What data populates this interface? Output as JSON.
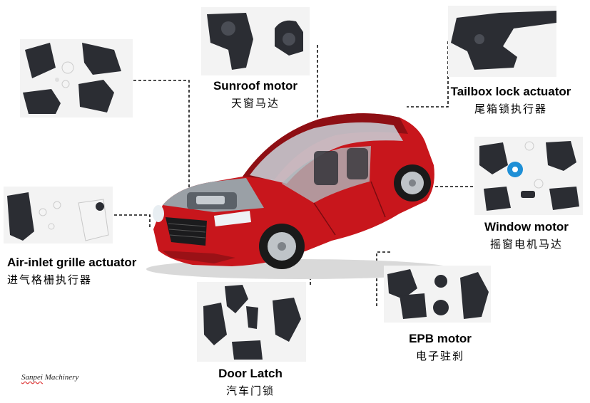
{
  "labels": {
    "sunroof": {
      "en": "Sunroof motor",
      "zh": "天窗马达"
    },
    "tailbox": {
      "en": "Tailbox lock actuator",
      "zh": "尾箱锁执行器"
    },
    "window": {
      "en": "Window motor",
      "zh": "摇窗电机马达"
    },
    "airinlet": {
      "en": "Air-inlet grille actuator",
      "zh": "进气格栅执行器"
    },
    "door": {
      "en": "Door Latch",
      "zh": "汽车门锁"
    },
    "epb": {
      "en": "EPB motor",
      "zh": "电子驻刹"
    }
  },
  "watermark": {
    "brand": "Sanpei",
    "rest": " Machinery"
  },
  "colors": {
    "car_body": "#c8161c",
    "parts": "#2b2d33",
    "accent_white": "#f4f4f4",
    "accent_blue": "#1e8fd6",
    "leader": "#111111"
  }
}
